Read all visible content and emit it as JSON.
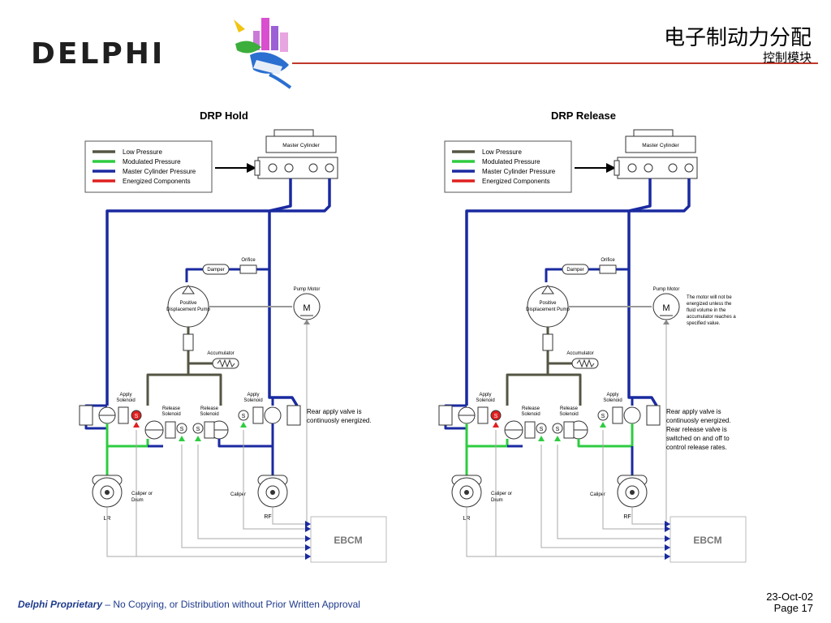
{
  "brand": {
    "logo_text": "DELPHI"
  },
  "header": {
    "title": "电子制动力分配",
    "subtitle": "控制模块"
  },
  "colors": {
    "low_pressure": "#555544",
    "modulated": "#2ecc40",
    "master": "#1a2aa0",
    "energized": "#e02020",
    "header_line": "#c0392b"
  },
  "panels": [
    {
      "title": "DRP Hold",
      "legend": [
        "Low Pressure",
        "Modulated Pressure",
        "Master Cylinder Pressure",
        "Energized Components"
      ],
      "labels": {
        "master_cylinder": "Master Cylinder",
        "orifice": "Orifice",
        "damper": "Damper",
        "pump_motor": "Pump Motor",
        "pump": "Positive Displacement Pump",
        "motor": "M",
        "accumulator": "Accumulator",
        "apply_left": "Apply Solenoid",
        "apply_right": "Apply Solenoid",
        "release_left": "Release Solenoid",
        "release_right": "Release Solenoid",
        "left_brake_type": "Caliper or Drum",
        "right_brake_type": "Caliper",
        "left_wheel": "LR",
        "right_wheel": "RF",
        "ebcm": "EBCM",
        "note": "Rear apply valve is continuosly energized.",
        "motor_note": "",
        "s": "S"
      }
    },
    {
      "title": "DRP Release",
      "legend": [
        "Low Pressure",
        "Modulated Pressure",
        "Master Cylinder Pressure",
        "Energized Components"
      ],
      "labels": {
        "master_cylinder": "Master Cylinder",
        "orifice": "Orifice",
        "damper": "Damper",
        "pump_motor": "Pump Motor",
        "pump": "Positive Displacement Pump",
        "motor": "M",
        "accumulator": "Accumulator",
        "apply_left": "Apply Solenoid",
        "apply_right": "Apply Solenoid",
        "release_left": "Release Solenoid",
        "release_right": "Release Solenoid",
        "left_brake_type": "Caliper or Drum",
        "right_brake_type": "Caliper",
        "left_wheel": "LR",
        "right_wheel": "RF",
        "ebcm": "EBCM",
        "note": "Rear apply valve is continuosly energized. Rear release valve is switched on and off to control release rates.",
        "motor_note": "The motor will not be energized unless the fluid volume in the accumulator reaches a specified value.",
        "s": "S"
      }
    }
  ],
  "footer": {
    "proprietary": "Delphi Proprietary",
    "notice": " – No Copying, or Distribution without Prior Written Approval",
    "date": "23-Oct-02",
    "page": "Page 17"
  }
}
